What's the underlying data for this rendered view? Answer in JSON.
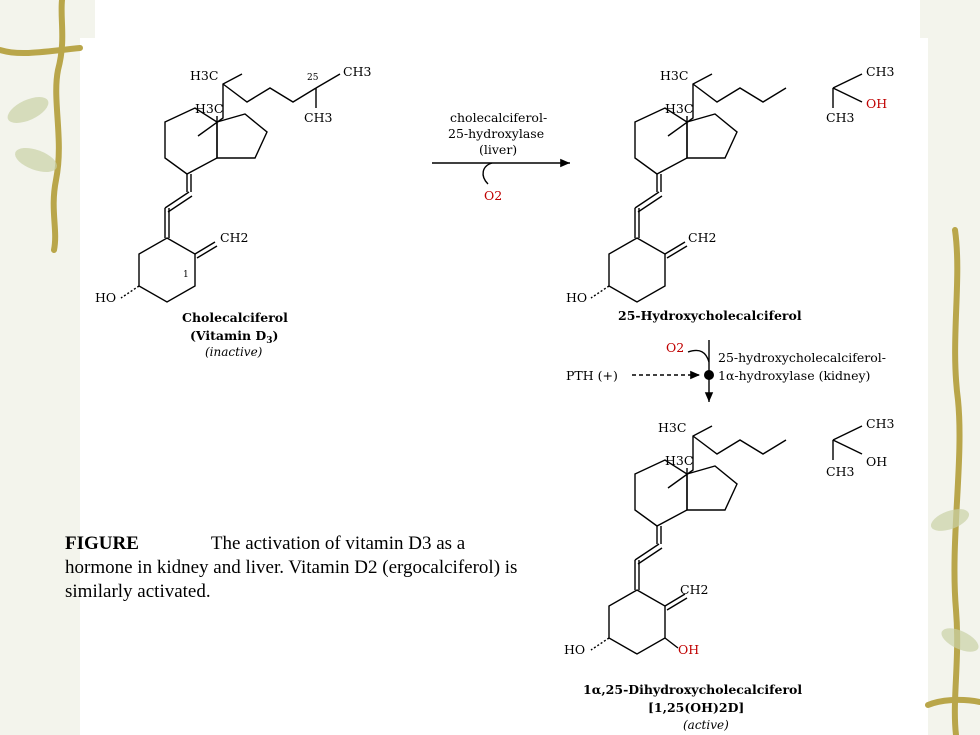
{
  "colors": {
    "accent_red": "#c00000",
    "vine": "#b9a64a",
    "leaf": "#c9d2a7"
  },
  "molecule1": {
    "name": "Cholecalciferol",
    "name2_prefix": "(Vitamin D",
    "name2_sub": "3",
    "name2_suffix": ")",
    "status": "(inactive)",
    "labels": {
      "h3c_chain": "H3C",
      "h3c_ring": "H3C",
      "ch3_25": "CH3",
      "ch3_lower": "CH3",
      "pos25": "25",
      "ch2": "CH2",
      "pos1": "1",
      "ho": "HO"
    }
  },
  "step1": {
    "enzyme_line1": "cholecalciferol-",
    "enzyme_line2": "25-hydroxylase",
    "enzyme_line3": "(liver)",
    "cofactor": "O2"
  },
  "molecule2": {
    "name": "25-Hydroxycholecalciferol",
    "labels": {
      "h3c_chain": "H3C",
      "h3c_ring": "H3C",
      "ch3_top": "CH3",
      "ch3_lower": "CH3",
      "oh": "OH",
      "ch2": "CH2",
      "ho": "HO"
    }
  },
  "step2": {
    "cofactor": "O2",
    "enzyme_line1": "25-hydroxycholecalciferol-",
    "enzyme_line2": "1α-hydroxylase (kidney)",
    "regulator": "PTH (+)"
  },
  "molecule3": {
    "name": "1α,25-Dihydroxycholecalciferol",
    "abbrev": "[1,25(OH)2D]",
    "status": "(active)",
    "labels": {
      "h3c_chain": "H3C",
      "h3c_ring": "H3C",
      "ch3_top": "CH3",
      "ch3_lower": "CH3",
      "oh": "OH",
      "ch2": "CH2",
      "ho": "HO",
      "oh_red": "OH"
    }
  },
  "caption": {
    "label": "FIGURE",
    "text": "The activation of vitamin D3 as a hormone in kidney and liver. Vitamin D2 (ergocalciferol) is similarly activated."
  }
}
